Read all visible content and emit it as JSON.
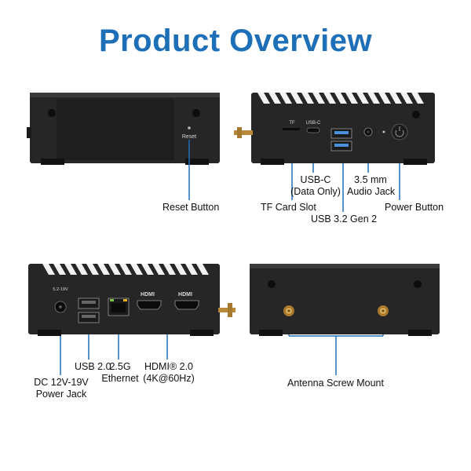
{
  "page": {
    "title": "Product Overview",
    "accent_color": "#1d6fb8"
  },
  "device_top_left": {
    "port_text": "Reset",
    "labels": {
      "reset_button": "Reset Button"
    }
  },
  "device_top_right": {
    "port_texts": {
      "tf": "TF",
      "usbc": "USB-C"
    },
    "labels": {
      "tf_card_slot": "TF Card Slot",
      "usbc_line1": "USB-C",
      "usbc_line2": "(Data Only)",
      "usb32": "USB 3.2 Gen 2",
      "audio_line1": "3.5 mm",
      "audio_line2": "Audio Jack",
      "power_button": "Power Button"
    }
  },
  "device_bottom_left": {
    "port_texts": {
      "dc": "5.2-19V",
      "hdmi1": "HDMI",
      "hdmi2": "HDMI"
    },
    "labels": {
      "usb20": "USB 2.0",
      "ethernet_line1": "2.5G",
      "ethernet_line2": "Ethernet",
      "hdmi_line1": "HDMI® 2.0",
      "hdmi_line2": "(4K@60Hz)",
      "dc_line1": "DC 12V-19V",
      "dc_line2": "Power Jack"
    }
  },
  "device_bottom_right": {
    "labels": {
      "antenna": "Antenna Screw Mount"
    }
  }
}
